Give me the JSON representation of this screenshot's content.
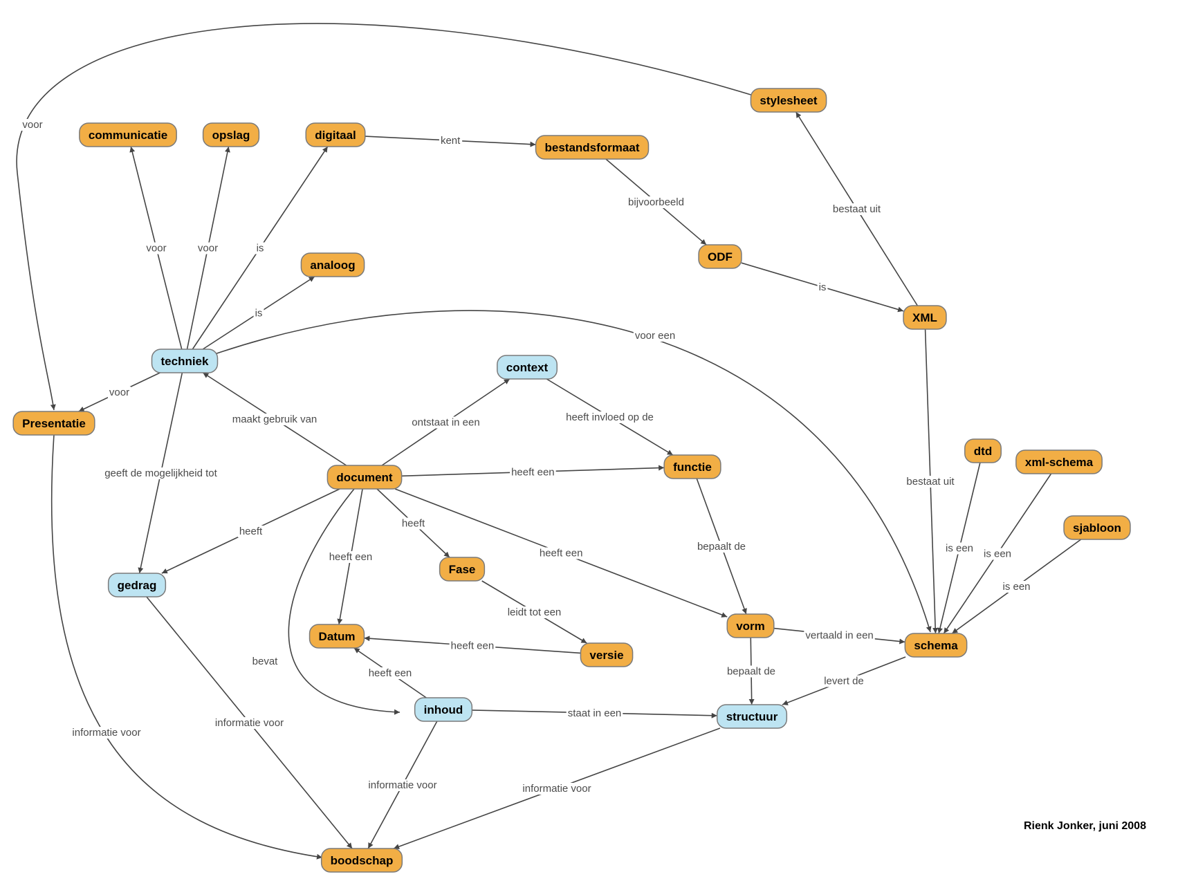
{
  "title": "document concept map",
  "credit": "Rienk Jonker, juni 2008",
  "colors": {
    "orange": "#F2AE45",
    "blue": "#BDE4F2",
    "border": "#7a7a7a",
    "edge": "#444444",
    "label": "#4a4a4a"
  },
  "nodes": [
    {
      "id": "stylesheet",
      "label": "stylesheet",
      "kind": "orange"
    },
    {
      "id": "communicatie",
      "label": "communicatie",
      "kind": "orange"
    },
    {
      "id": "opslag",
      "label": "opslag",
      "kind": "orange"
    },
    {
      "id": "digitaal",
      "label": "digitaal",
      "kind": "orange"
    },
    {
      "id": "bestandsformaat",
      "label": "bestandsformaat",
      "kind": "orange"
    },
    {
      "id": "analoog",
      "label": "analoog",
      "kind": "orange"
    },
    {
      "id": "ODF",
      "label": "ODF",
      "kind": "orange"
    },
    {
      "id": "XML",
      "label": "XML",
      "kind": "orange"
    },
    {
      "id": "techniek",
      "label": "techniek",
      "kind": "blue"
    },
    {
      "id": "context",
      "label": "context",
      "kind": "blue"
    },
    {
      "id": "Presentatie",
      "label": "Presentatie",
      "kind": "orange"
    },
    {
      "id": "document",
      "label": "document",
      "kind": "orange"
    },
    {
      "id": "functie",
      "label": "functie",
      "kind": "orange"
    },
    {
      "id": "dtd",
      "label": "dtd",
      "kind": "orange"
    },
    {
      "id": "xml-schema",
      "label": "xml-schema",
      "kind": "orange"
    },
    {
      "id": "sjabloon",
      "label": "sjabloon",
      "kind": "orange"
    },
    {
      "id": "gedrag",
      "label": "gedrag",
      "kind": "blue"
    },
    {
      "id": "Fase",
      "label": "Fase",
      "kind": "orange"
    },
    {
      "id": "vorm",
      "label": "vorm",
      "kind": "orange"
    },
    {
      "id": "Datum",
      "label": "Datum",
      "kind": "orange"
    },
    {
      "id": "versie",
      "label": "versie",
      "kind": "orange"
    },
    {
      "id": "schema",
      "label": "schema",
      "kind": "orange"
    },
    {
      "id": "inhoud",
      "label": "inhoud",
      "kind": "blue"
    },
    {
      "id": "structuur",
      "label": "structuur",
      "kind": "blue"
    },
    {
      "id": "boodschap",
      "label": "boodschap",
      "kind": "orange"
    }
  ],
  "edges": [
    {
      "from": "stylesheet",
      "to": "Presentatie",
      "label": "voor"
    },
    {
      "from": "techniek",
      "to": "communicatie",
      "label": "voor"
    },
    {
      "from": "techniek",
      "to": "opslag",
      "label": "voor"
    },
    {
      "from": "techniek",
      "to": "digitaal",
      "label": "is"
    },
    {
      "from": "techniek",
      "to": "analoog",
      "label": "is"
    },
    {
      "from": "techniek",
      "to": "schema",
      "label": "voor een"
    },
    {
      "from": "techniek",
      "to": "Presentatie",
      "label": "voor"
    },
    {
      "from": "techniek",
      "to": "gedrag",
      "label": "geeft de mogelijkheid tot"
    },
    {
      "from": "digitaal",
      "to": "bestandsformaat",
      "label": "kent"
    },
    {
      "from": "bestandsformaat",
      "to": "ODF",
      "label": "bijvoorbeeld"
    },
    {
      "from": "ODF",
      "to": "XML",
      "label": "is"
    },
    {
      "from": "XML",
      "to": "stylesheet",
      "label": "bestaat uit"
    },
    {
      "from": "XML",
      "to": "schema",
      "label": "bestaat uit"
    },
    {
      "from": "document",
      "to": "techniek",
      "label": "maakt gebruik van"
    },
    {
      "from": "document",
      "to": "context",
      "label": "ontstaat in een"
    },
    {
      "from": "context",
      "to": "functie",
      "label": "heeft invloed op de"
    },
    {
      "from": "document",
      "to": "functie",
      "label": "heeft een"
    },
    {
      "from": "document",
      "to": "gedrag",
      "label": "heeft"
    },
    {
      "from": "document",
      "to": "Fase",
      "label": "heeft"
    },
    {
      "from": "document",
      "to": "Datum",
      "label": "heeft een"
    },
    {
      "from": "document",
      "to": "vorm",
      "label": "heeft een"
    },
    {
      "from": "document",
      "to": "inhoud",
      "label": "bevat"
    },
    {
      "from": "functie",
      "to": "vorm",
      "label": "bepaalt de"
    },
    {
      "from": "Fase",
      "to": "versie",
      "label": "leidt tot een"
    },
    {
      "from": "versie",
      "to": "Datum",
      "label": "heeft een"
    },
    {
      "from": "inhoud",
      "to": "Datum",
      "label": "heeft een"
    },
    {
      "from": "vorm",
      "to": "schema",
      "label": "vertaald in een"
    },
    {
      "from": "vorm",
      "to": "structuur",
      "label": "bepaalt de"
    },
    {
      "from": "schema",
      "to": "structuur",
      "label": "levert de"
    },
    {
      "from": "dtd",
      "to": "schema",
      "label": "is een"
    },
    {
      "from": "xml-schema",
      "to": "schema",
      "label": "is een"
    },
    {
      "from": "sjabloon",
      "to": "schema",
      "label": "is een"
    },
    {
      "from": "inhoud",
      "to": "structuur",
      "label": "staat in een"
    },
    {
      "from": "Presentatie",
      "to": "boodschap",
      "label": "informatie voor"
    },
    {
      "from": "gedrag",
      "to": "boodschap",
      "label": "informatie voor"
    },
    {
      "from": "inhoud",
      "to": "boodschap",
      "label": "informatie voor"
    },
    {
      "from": "structuur",
      "to": "boodschap",
      "label": "informatie voor"
    }
  ]
}
